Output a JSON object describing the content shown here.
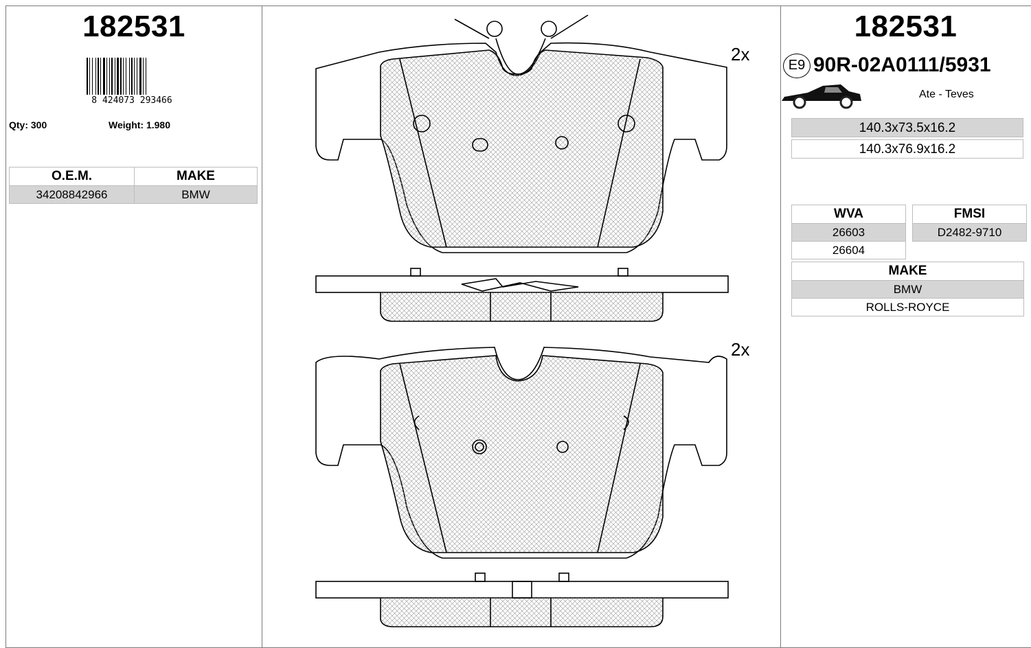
{
  "left": {
    "part_number": "182531",
    "barcode_text": "8 424073 293466",
    "qty": "Qty: 300",
    "weight": "Weight: 1.980",
    "table": {
      "headers": [
        "O.E.M.",
        "MAKE"
      ],
      "rows": [
        [
          "34208842966",
          "BMW"
        ]
      ]
    }
  },
  "drawing": {
    "multiplier_top": "2x",
    "multiplier_bottom": "2x"
  },
  "right": {
    "part_number": "182531",
    "homologation_mark": "E9",
    "homologation_code": "90R-02A0111/5931",
    "brand": "Ate - Teves",
    "dimensions": [
      "140.3x73.5x16.2",
      "140.3x76.9x16.2"
    ],
    "wva": {
      "header": "WVA",
      "values": [
        "26603",
        "26604"
      ]
    },
    "fmsi": {
      "header": "FMSI",
      "values": [
        "D2482-9710"
      ]
    },
    "make": {
      "header": "MAKE",
      "values": [
        "BMW",
        "ROLLS-ROYCE"
      ]
    }
  }
}
